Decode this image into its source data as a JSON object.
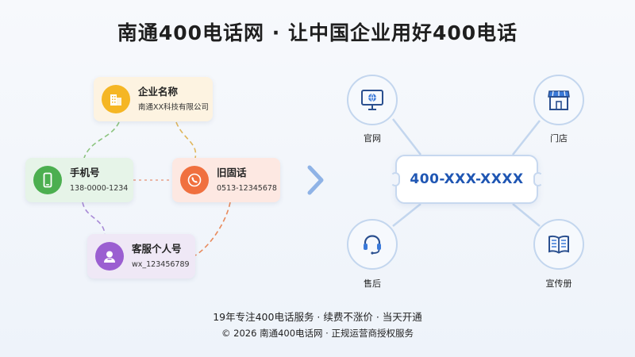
{
  "title": "南通400电话网 · 让中国企业用好400电话",
  "sources": {
    "company": {
      "name": "企业名称",
      "value": "南通XX科技有限公司",
      "icon": "building-icon",
      "color": "#f5b624"
    },
    "mobile": {
      "name": "手机号",
      "value": "138-0000-1234",
      "icon": "mobile-phone-icon",
      "color": "#4caf50"
    },
    "landline": {
      "name": "旧固话",
      "value": "0513-12345678",
      "icon": "telephone-icon",
      "color": "#f0703f"
    },
    "personal": {
      "name": "客服个人号",
      "value": "wx_123456789",
      "icon": "person-icon",
      "color": "#9b5fd1"
    }
  },
  "hub": {
    "number": "400-XXX-XXXX"
  },
  "channels": {
    "site": {
      "label": "官网",
      "icon": "monitor-globe-icon"
    },
    "store": {
      "label": "门店",
      "icon": "storefront-icon"
    },
    "support": {
      "label": "售后",
      "icon": "headset-icon"
    },
    "brochure": {
      "label": "宣传册",
      "icon": "open-book-icon"
    }
  },
  "footer": {
    "line1": "19年专注400电话服务 · 续费不涨价 · 当天开通",
    "line2": "© 2026 南通400电话网 · 正规运营商授权服务"
  },
  "colors": {
    "accent": "#1f56b3",
    "line": "#c3d6ee"
  }
}
